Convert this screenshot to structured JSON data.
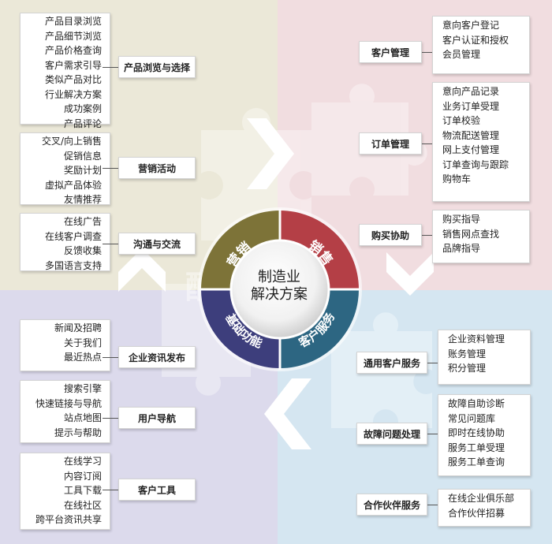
{
  "center": {
    "line1": "制造业",
    "line2": "解决方案"
  },
  "ring": {
    "tl": "营销",
    "tr": "销售",
    "bl": "基础功能",
    "br": "客户服务"
  },
  "colors": {
    "tl": "#7d7338",
    "tr": "#b43f46",
    "bl": "#3d3e7c",
    "br": "#2d6682"
  },
  "watermark": "酷 动力",
  "left_groups": [
    {
      "label": "产品浏览与选择",
      "items": [
        "产品目录浏览",
        "产品细节浏览",
        "产品价格查询",
        "客户需求引导",
        "类似产品对比",
        "行业解决方案",
        "成功案例",
        "产品评论"
      ]
    },
    {
      "label": "营销活动",
      "items": [
        "交叉/向上销售",
        "促销信息",
        "奖励计划",
        "虚拟产品体验",
        "友情推荐"
      ]
    },
    {
      "label": "沟通与交流",
      "items": [
        "在线广告",
        "在线客户调查",
        "反馈收集",
        "多国语言支持"
      ]
    },
    {
      "label": "企业资讯发布",
      "items": [
        "新闻及招聘",
        "关于我们",
        "最近热点"
      ]
    },
    {
      "label": "用户导航",
      "items": [
        "搜索引擎",
        "快速链接与导航",
        "站点地图",
        "提示与帮助"
      ]
    },
    {
      "label": "客户工具",
      "items": [
        "在线学习",
        "内容订阅",
        "工具下载",
        "在线社区",
        "跨平台资讯共享"
      ]
    }
  ],
  "right_groups": [
    {
      "label": "客户管理",
      "items": [
        "意向客户登记",
        "客户认证和授权",
        "会员管理"
      ]
    },
    {
      "label": "订单管理",
      "items": [
        "意向产品记录",
        "业务订单受理",
        "订单校验",
        "物流配送管理",
        "网上支付管理",
        "订单查询与跟踪",
        "购物车"
      ]
    },
    {
      "label": "购买协助",
      "items": [
        "购买指导",
        "销售网点查找",
        "品牌指导"
      ]
    },
    {
      "label": "通用客户服务",
      "items": [
        "企业资料管理",
        "账务管理",
        "积分管理"
      ]
    },
    {
      "label": "故障问题处理",
      "items": [
        "故障自助诊断",
        "常见问题库",
        "即时在线协助",
        "服务工单受理",
        "服务工单查询"
      ]
    },
    {
      "label": "合作伙伴服务",
      "items": [
        "在线企业俱乐部",
        "合作伙伴招募"
      ]
    }
  ]
}
